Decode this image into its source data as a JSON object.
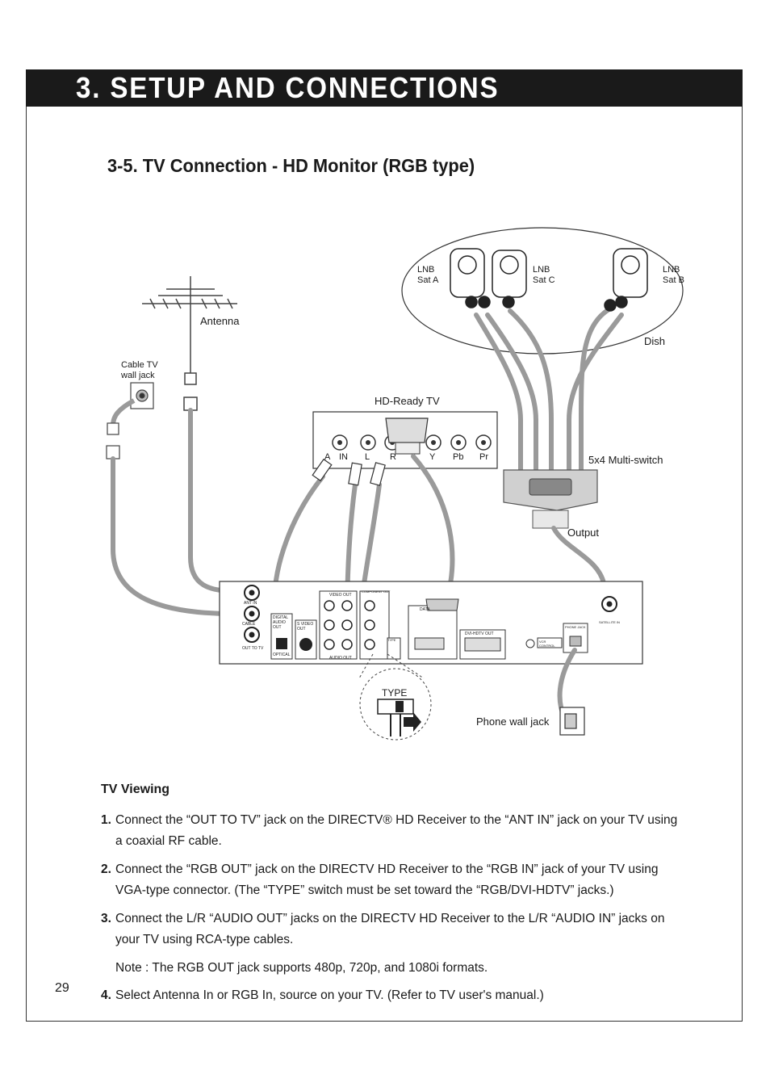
{
  "header": {
    "title": "3. SETUP AND CONNECTIONS"
  },
  "section": {
    "title": "3-5. TV Connection - HD Monitor (RGB type)"
  },
  "diagram": {
    "antenna": "Antenna",
    "cable_wall_jack": "Cable TV\nwall jack",
    "lnb_a": [
      "LNB",
      "Sat A"
    ],
    "lnb_c": [
      "LNB",
      "Sat C"
    ],
    "lnb_b": [
      "LNB",
      "Sat B"
    ],
    "dish": "Dish",
    "hd_ready_tv": "HD-Ready TV",
    "tv_jacks": [
      "A",
      "IN",
      "L",
      "R",
      "Y",
      "Pb",
      "Pr"
    ],
    "multiswitch": "5x4 Multi-switch",
    "output": "Output",
    "phone_wall_jack": "Phone wall jack",
    "type_switch": "TYPE",
    "receiver_labels": {
      "ant_in": "ANT IN",
      "cable": "CABLE",
      "out_to_tv": "OUT TO TV",
      "digital_audio_out": "DIGITAL AUDIO OUT",
      "optical": "OPTICAL",
      "s_video_out": "S VIDEO OUT",
      "video_out": "VIDEO OUT",
      "component_out": "COMPONENT OUT",
      "audio_out": "AUDIO OUT",
      "data": "DATA",
      "dvi_hdtv_out": "DVI-HDTV OUT",
      "vcr_control": "VCR CONTROL",
      "phone_jack": "PHONE JACK",
      "satellite_in": "SATELLITE IN",
      "type": "TYPE"
    }
  },
  "instructions": {
    "subhead": "TV Viewing",
    "steps": [
      {
        "num": "1.",
        "text": "Connect the “OUT TO TV” jack on the DIRECTV® HD Receiver to the “ANT IN” jack on your TV using a coaxial RF cable."
      },
      {
        "num": "2.",
        "text": "Connect the “RGB OUT” jack on the DIRECTV HD Receiver to the “RGB IN” jack of your TV using VGA-type connector. (The “TYPE” switch must be set toward the “RGB/DVI-HDTV” jacks.)"
      },
      {
        "num": "3.",
        "text": "Connect the L/R “AUDIO OUT” jacks on  the DIRECTV HD Receiver to the L/R “AUDIO IN” jacks on your TV using RCA-type cables."
      }
    ],
    "note": "Note : The RGB OUT jack supports 480p, 720p, and 1080i formats.",
    "step4": {
      "num": "4.",
      "text": "Select Antenna In or RGB In, source on your TV. (Refer to TV user's manual.)"
    }
  },
  "page_number": "29"
}
